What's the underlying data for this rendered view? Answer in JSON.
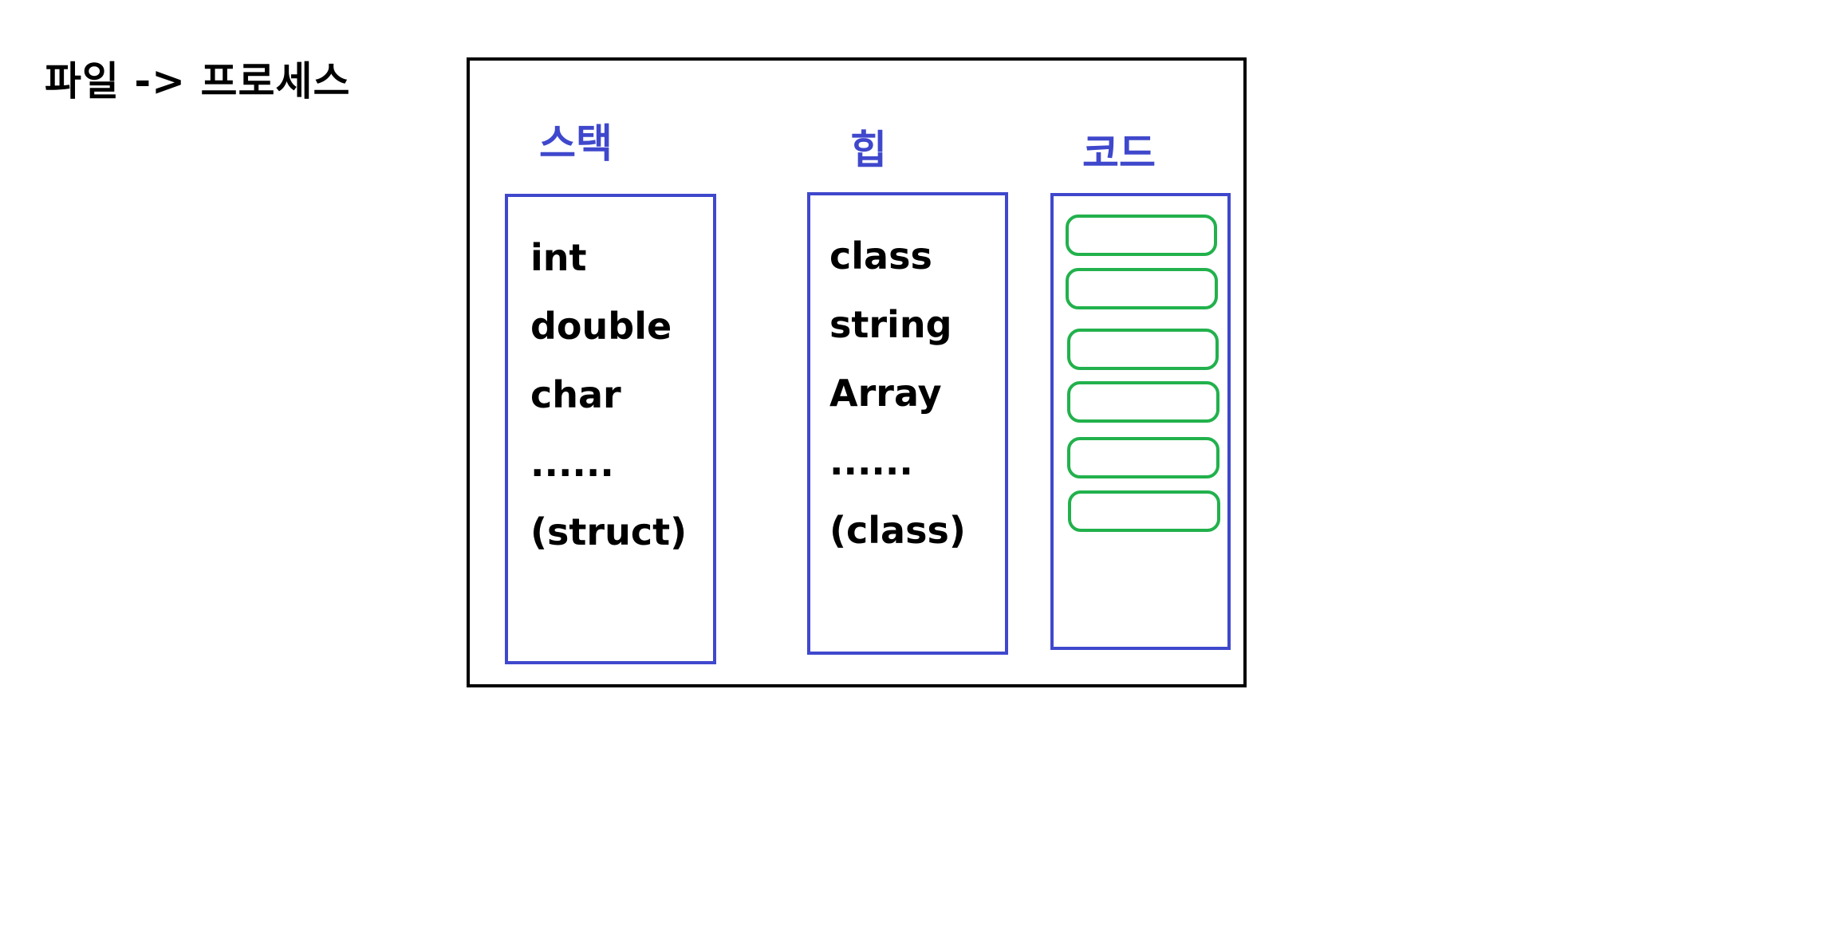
{
  "title": "파일 -> 프로세스",
  "colors": {
    "section_title": "#3f48cc",
    "section_border": "#3f48cc",
    "code_block_border": "#22b14c",
    "outer_border": "#000000",
    "text": "#000000"
  },
  "stack": {
    "title": "스택",
    "items": [
      "int",
      "double",
      "char",
      "......",
      "(struct)"
    ]
  },
  "heap": {
    "title": "힙",
    "items": [
      "class",
      "string",
      "Array",
      "......",
      "(class)"
    ]
  },
  "code": {
    "title": "코드",
    "block_count": 6
  }
}
